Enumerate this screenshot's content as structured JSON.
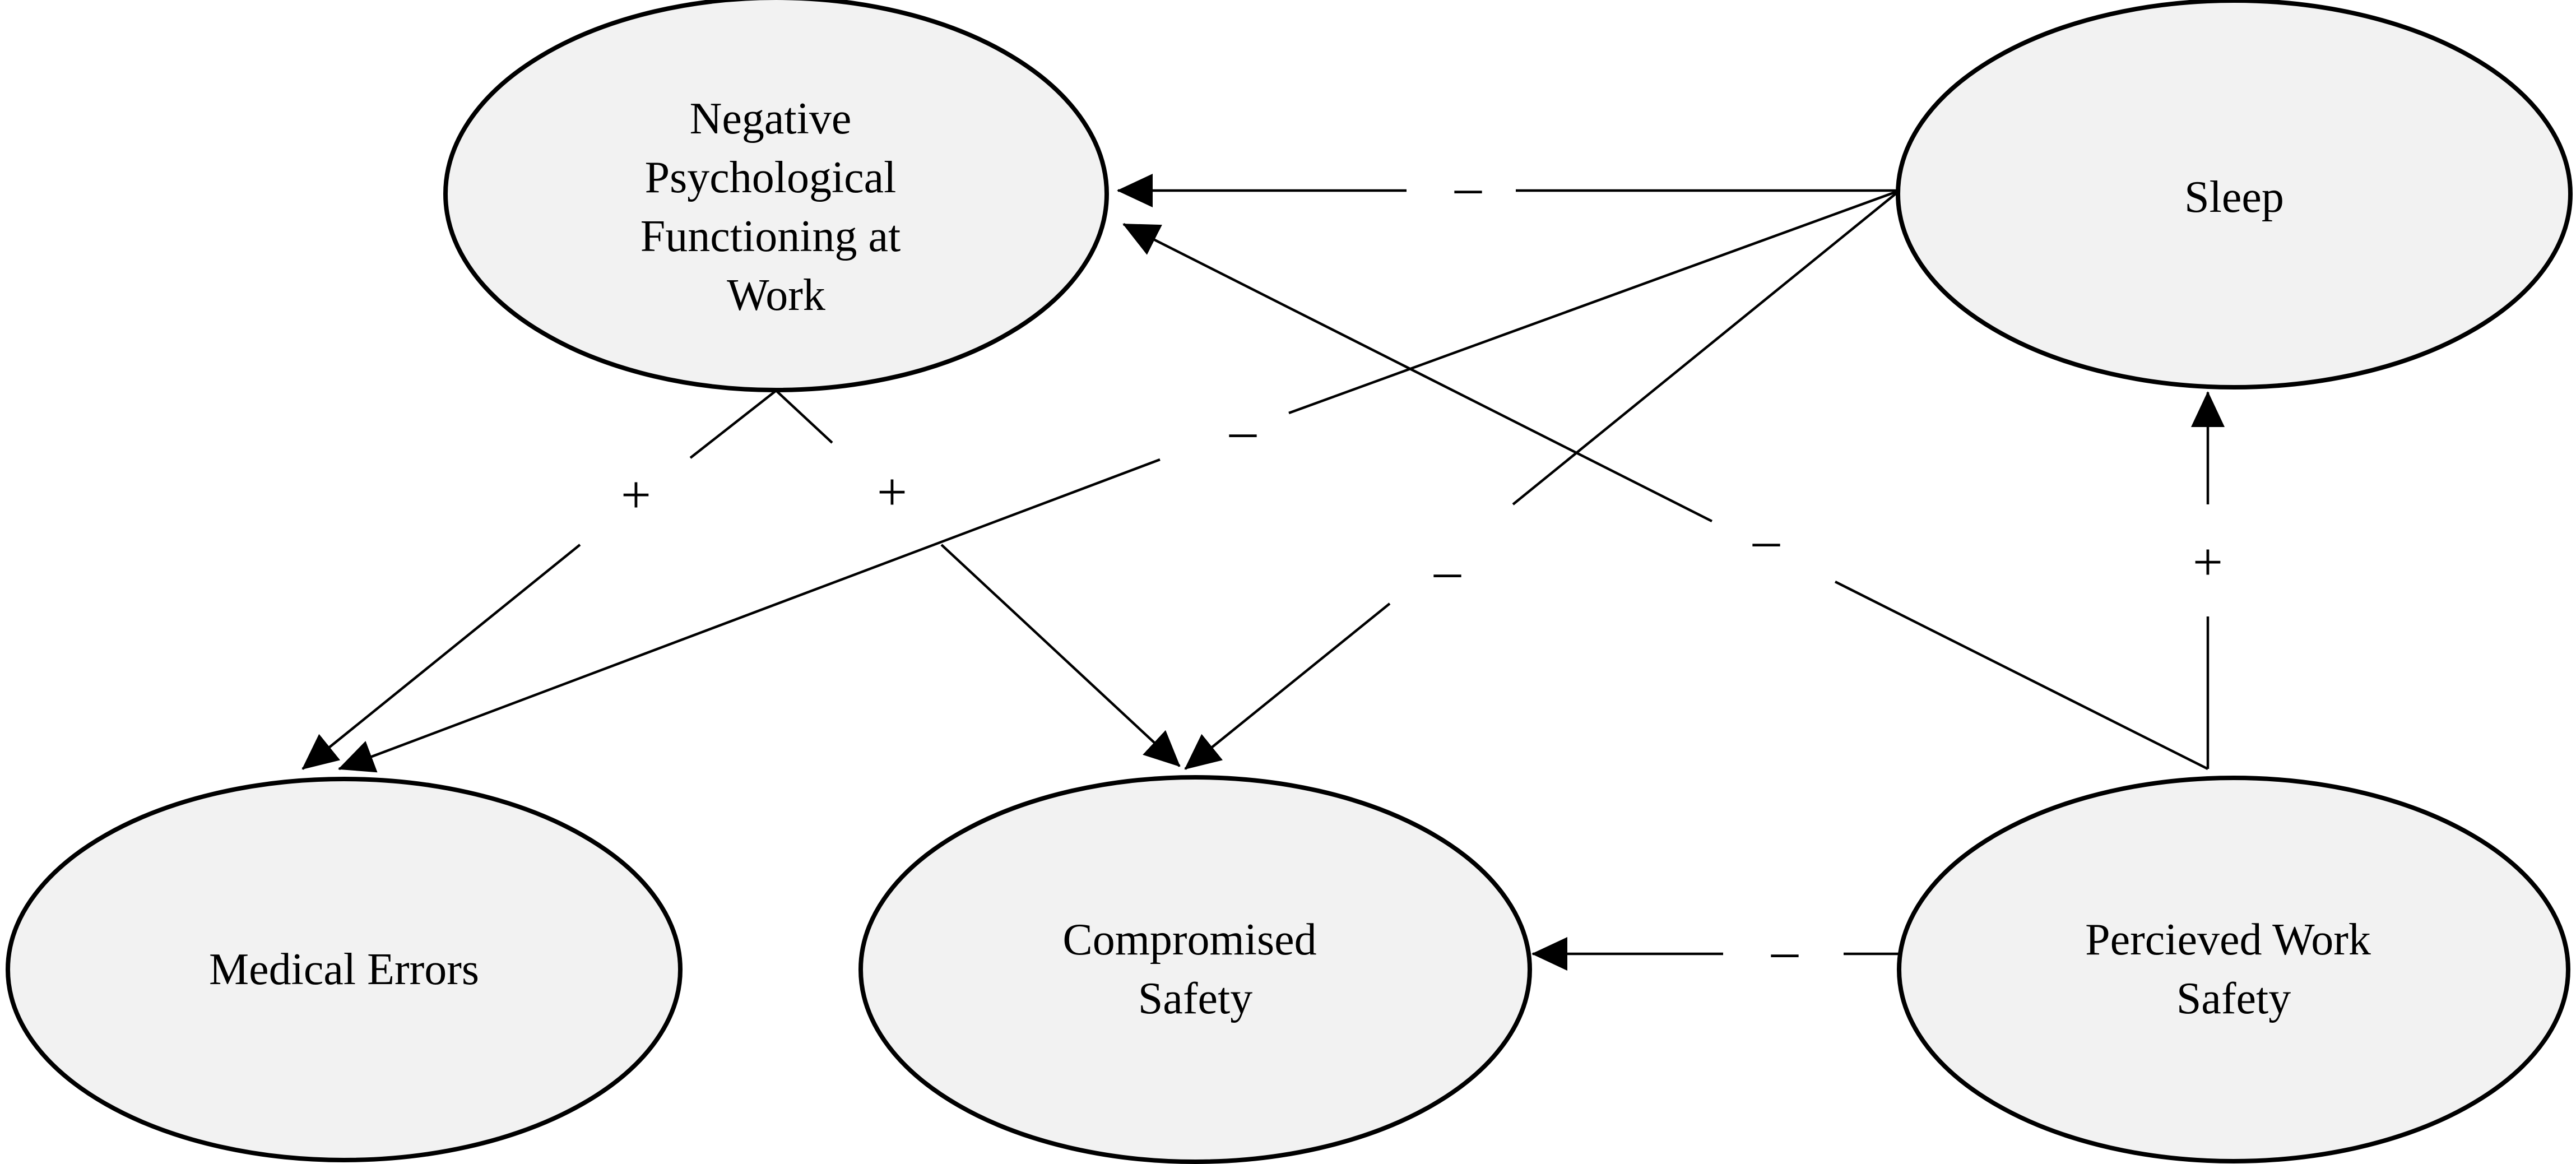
{
  "nodes": [
    {
      "id": "npf",
      "lines": [
        "Negative",
        "Psychological",
        "Functioning at",
        "Work"
      ]
    },
    {
      "id": "sleep",
      "lines": [
        "Sleep"
      ]
    },
    {
      "id": "me",
      "lines": [
        "Medical Errors"
      ]
    },
    {
      "id": "cs",
      "lines": [
        "Compromised",
        "Safety"
      ]
    },
    {
      "id": "pws",
      "lines": [
        "Percieved Work",
        "Safety"
      ]
    }
  ],
  "edges": [
    {
      "id": "sleep-npf",
      "from": "Sleep",
      "to": "Negative Psychological Functioning at Work",
      "sign": "–"
    },
    {
      "id": "sleep-me",
      "from": "Sleep",
      "to": "Medical Errors",
      "sign": "–"
    },
    {
      "id": "sleep-cs",
      "from": "Sleep",
      "to": "Compromised Safety",
      "sign": "–"
    },
    {
      "id": "pws-npf",
      "from": "Percieved Work Safety",
      "to": "Negative Psychological Functioning at Work",
      "sign": "–"
    },
    {
      "id": "pws-sleep",
      "from": "Percieved Work Safety",
      "to": "Sleep",
      "sign": "+"
    },
    {
      "id": "pws-cs",
      "from": "Percieved Work Safety",
      "to": "Compromised Safety",
      "sign": "–"
    },
    {
      "id": "npf-me",
      "from": "Negative Psychological Functioning at Work",
      "to": "Medical Errors",
      "sign": "+"
    },
    {
      "id": "npf-cs",
      "from": "Negative Psychological Functioning at Work",
      "to": "Compromised Safety",
      "sign": "+"
    }
  ],
  "colors": {
    "node_fill": "#f2f2f2",
    "stroke": "#000000",
    "background": "#ffffff"
  }
}
